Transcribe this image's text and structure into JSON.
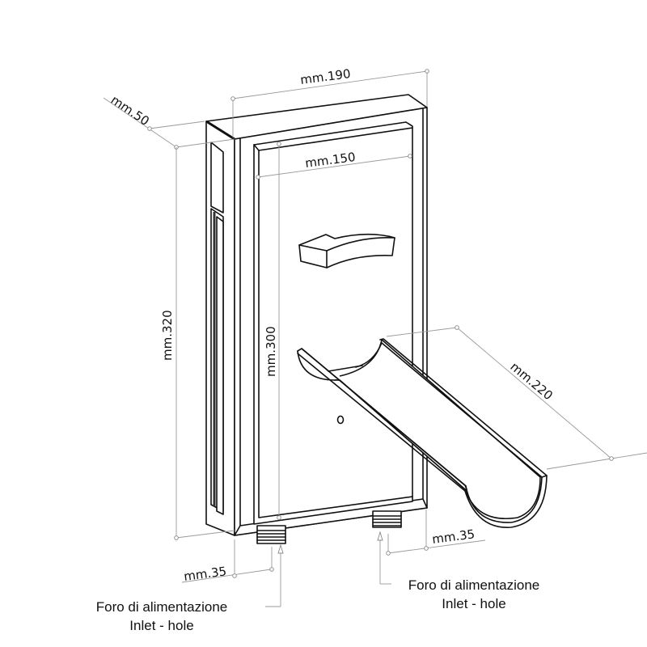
{
  "title": "Technical drawing of wall-mounted water spout unit with dimensions",
  "dimensions": {
    "width_total": "mm.190",
    "depth": "mm.50",
    "panel_width": "mm.150",
    "height_total": "mm.320",
    "panel_height": "mm.300",
    "spout_length": "mm.220",
    "inlet_offset_left": "mm.35",
    "inlet_offset_right": "mm.35"
  },
  "callouts": {
    "left": {
      "line1": "Foro di alimentazione",
      "line2": "Inlet - hole"
    },
    "right": {
      "line1": "Foro di alimentazione",
      "line2": "Inlet - hole"
    }
  }
}
